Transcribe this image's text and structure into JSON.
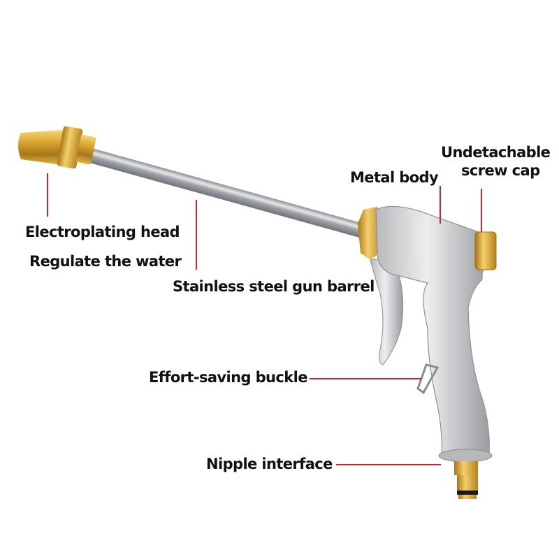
{
  "image": {
    "description": "Metal garden hose spray gun with annotated feature callouts",
    "background": "#ffffff",
    "leader_line_color": "#c8262e",
    "brass_color": "#c9961f",
    "chrome_color": "#c8c8c8"
  },
  "callouts": [
    {
      "id": "electroplating-head",
      "text": "Electroplating head"
    },
    {
      "id": "regulate-water",
      "text": "Regulate the water"
    },
    {
      "id": "barrel",
      "text": "Stainless steel gun barrel"
    },
    {
      "id": "metal-body",
      "text": "Metal body"
    },
    {
      "id": "screw-cap-line1",
      "text": "Undetachable"
    },
    {
      "id": "screw-cap-line2",
      "text": "screw cap"
    },
    {
      "id": "buckle",
      "text": "Effort-saving buckle"
    },
    {
      "id": "nipple",
      "text": "Nipple interface"
    }
  ]
}
